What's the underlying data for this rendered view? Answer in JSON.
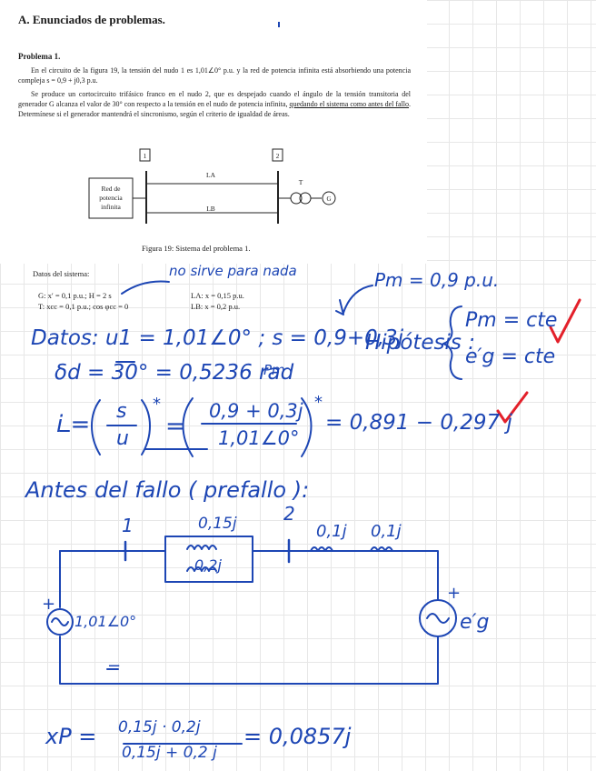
{
  "section_title": "A.   Enunciados de problemas.",
  "problem_title": "Problema 1.",
  "paragraphs": [
    "En el circuito de la figura 19, la tensión del nudo 1 es 1,01∠0° p.u. y la red de potencia infinita está absorbiendo una potencia compleja s = 0,9 + j0,3 p.u.",
    "Se produce un cortocircuito trifásico franco en el nudo 2, que es despejado cuando el ángulo de la tensión transitoria del generador G alcanza el valor de 30° con respecto a la tensión en el nudo de potencia infinita,"
  ],
  "para2_underlined": "quedando el sistema como antes del fallo",
  "para2_tail": ". Determínese si el generador mantendrá el sincronismo, según el criterio de igualdad de áreas.",
  "figure": {
    "node1": "1",
    "node2": "2",
    "red_label": [
      "Red de",
      "potencia",
      "infinita"
    ],
    "la": "LA",
    "lb": "LB",
    "t": "T",
    "g": "G",
    "caption": "Figura 19: Sistema del problema 1."
  },
  "datos": {
    "title": "Datos del sistema:",
    "g_line": "G:   x′ = 0,1 p.u.; H = 2 s",
    "t_line": "T:   xcc = 0,1 p.u.; cos φcc = 0",
    "la_line": "LA:   x = 0,15 p.u.",
    "lb_line": "LB:   x = 0,2 p.u."
  },
  "notes": {
    "no_sirve": "no sirve para nada",
    "pm_given": "Pm = 0,9 p.u.",
    "datos_line": "Datos:  u1 = 1,01∠0°  ;  s = 0,9+0,3j",
    "pm_under": "Pm",
    "delta": "δd = 30° = 0,5236 rad",
    "hipotesis": "Hipótesis :",
    "hip1": "Pm = cte",
    "hip2": "e′g = cte",
    "current_lhs": "i =",
    "frac1_num": "s",
    "frac1_den": "u",
    "frac2_num": "0,9 + 0,3j",
    "frac2_den": "1,01∠0°",
    "star": "*",
    "current_result": "= 0,891 − 0,297 j",
    "antes": "Antes del fallo ( prefallo ):",
    "node1": "1",
    "node2": "2",
    "x015": "0,15j",
    "x02": "0,2j",
    "x01a": "0,1j",
    "x01b": "0,1j",
    "source_left": "1,01∠0°",
    "eg": "e′g",
    "plus": "+",
    "minus": "−",
    "xp_lhs": "xP =",
    "xp_num": "0,15j · 0,2j",
    "xp_den": "0,15j + 0,2 j",
    "xp_result": "= 0,0857j"
  }
}
